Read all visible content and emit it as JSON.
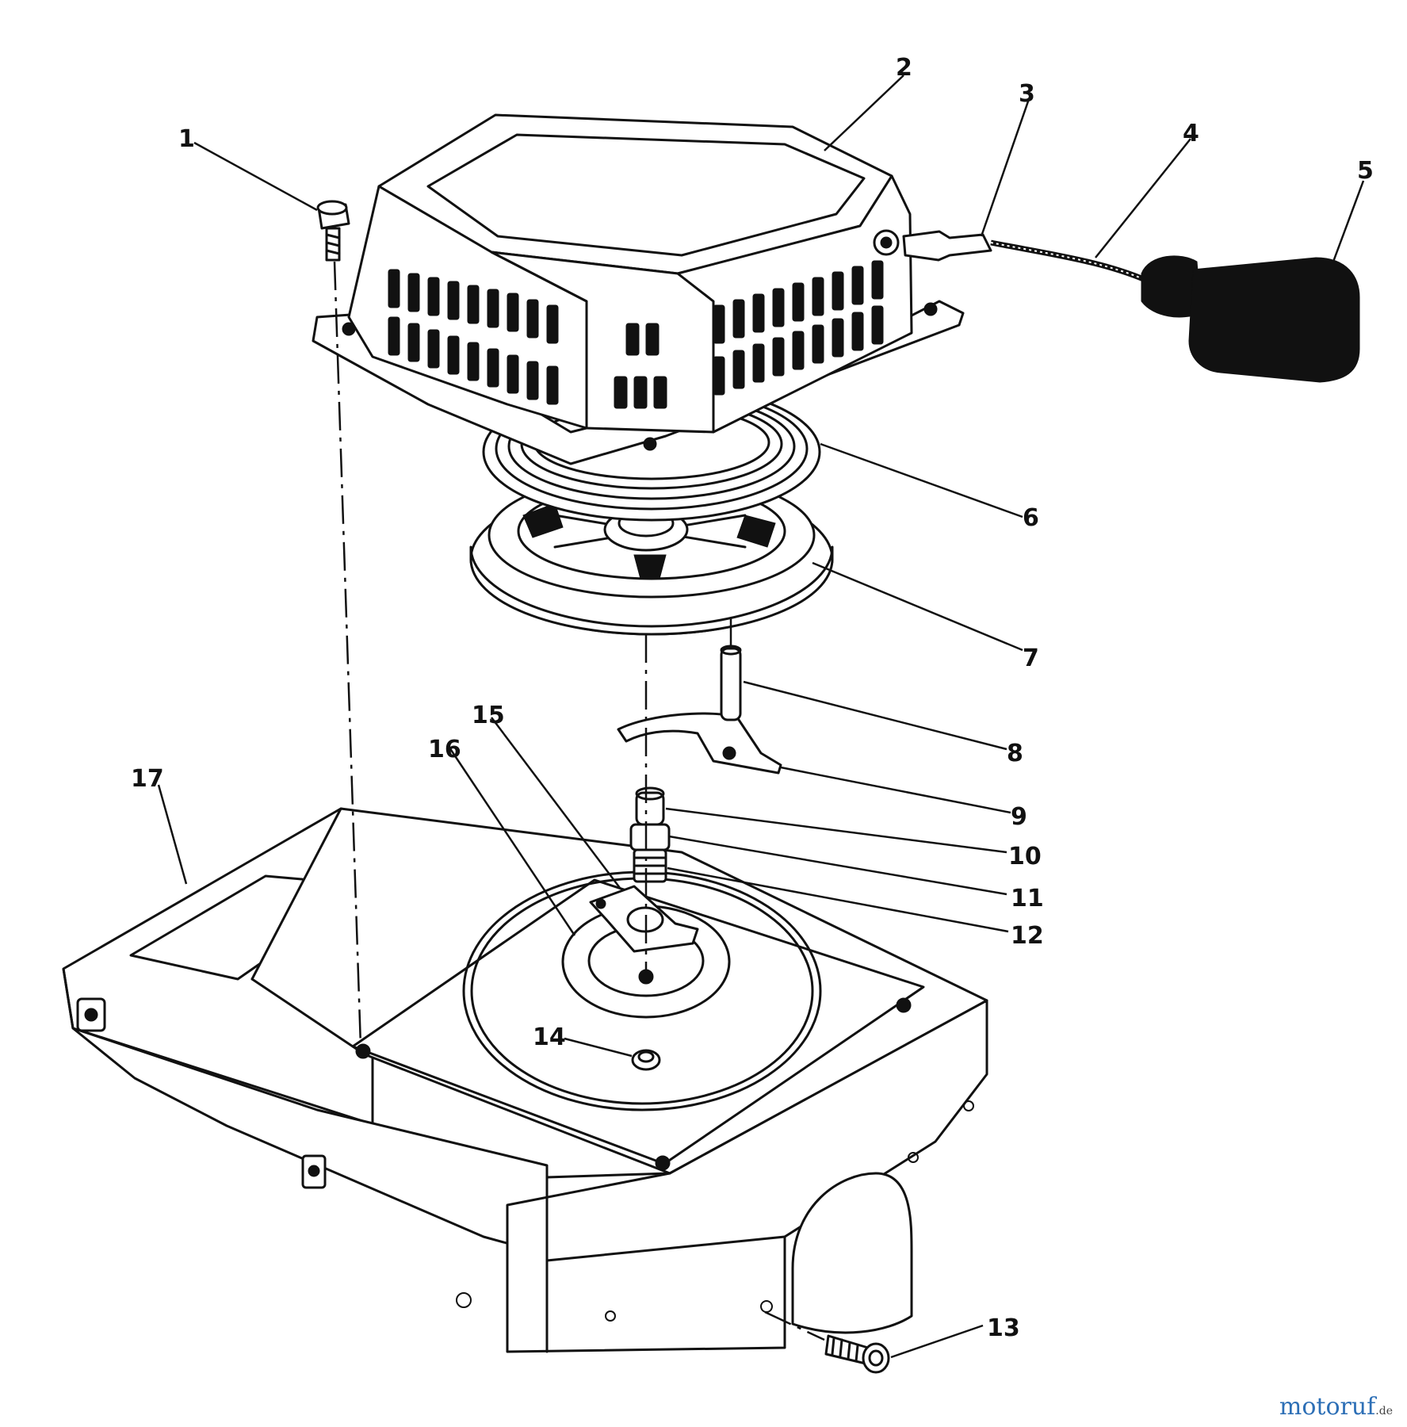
{
  "callouts": [
    "1",
    "2",
    "3",
    "4",
    "5",
    "6",
    "7",
    "8",
    "9",
    "10",
    "11",
    "12",
    "13",
    "14",
    "15",
    "16",
    "17"
  ],
  "watermark": {
    "text": "motoruf",
    "suffix": ".de",
    "color": "#2d6fb6"
  }
}
